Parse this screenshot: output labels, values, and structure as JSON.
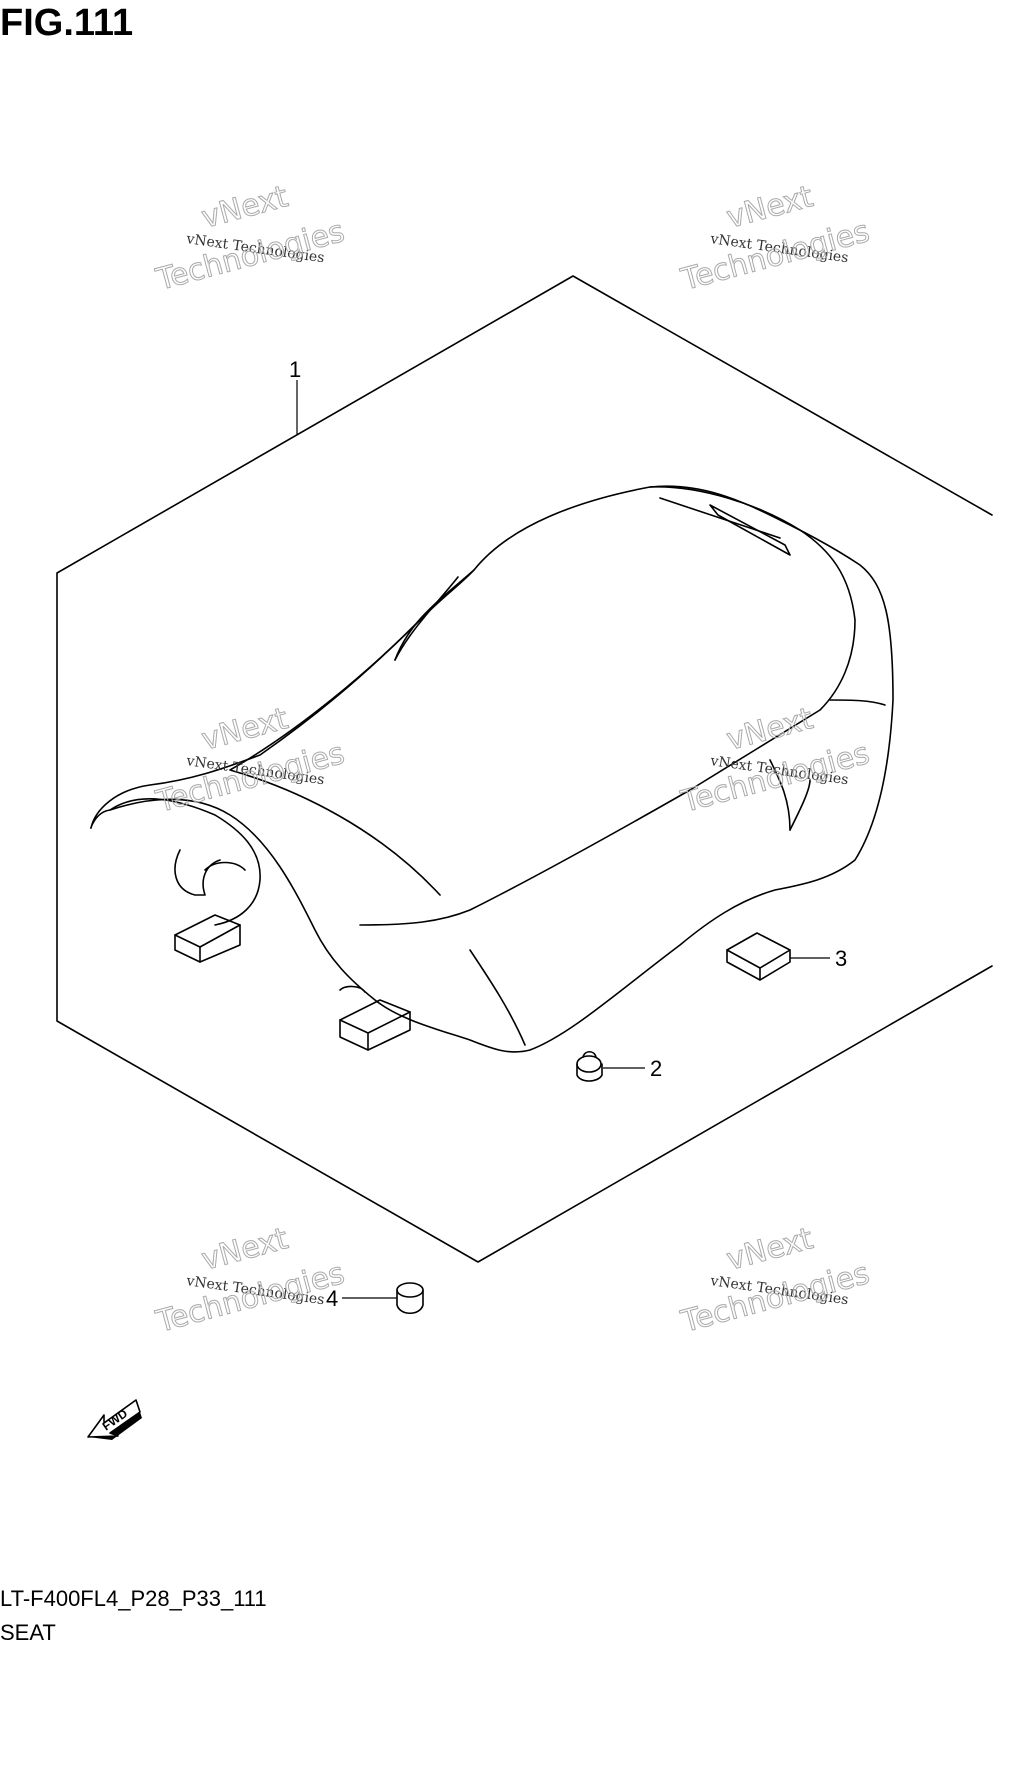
{
  "figure": {
    "title": "FIG.111"
  },
  "callouts": {
    "c1": "1",
    "c2": "2",
    "c3": "3",
    "c4": "4"
  },
  "fwd_label": "FWD",
  "footer": {
    "code": "LT-F400FL4_P28_P33_111",
    "caption": "SEAT"
  },
  "watermark": {
    "line1": "vNext Technologies",
    "big1": "vNext",
    "big2": "Technologies"
  }
}
